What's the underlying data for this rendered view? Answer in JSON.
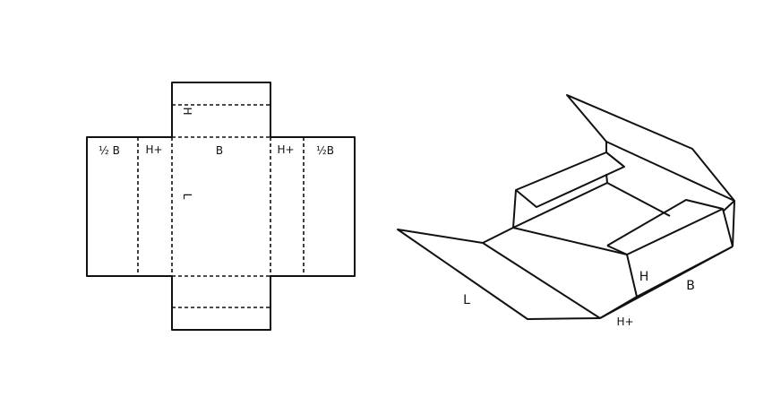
{
  "flat_layout": {
    "labels": {
      "half_b_left": "½ B",
      "h_plus_left": "H+",
      "b_center": "B",
      "h_plus_right": "H+",
      "half_b_right": "½B",
      "h_rotated": "H",
      "l_rotated": "L"
    }
  },
  "folded_box": {
    "labels": {
      "l": "L",
      "h_plus": "H+",
      "h": "H",
      "b": "B"
    }
  }
}
